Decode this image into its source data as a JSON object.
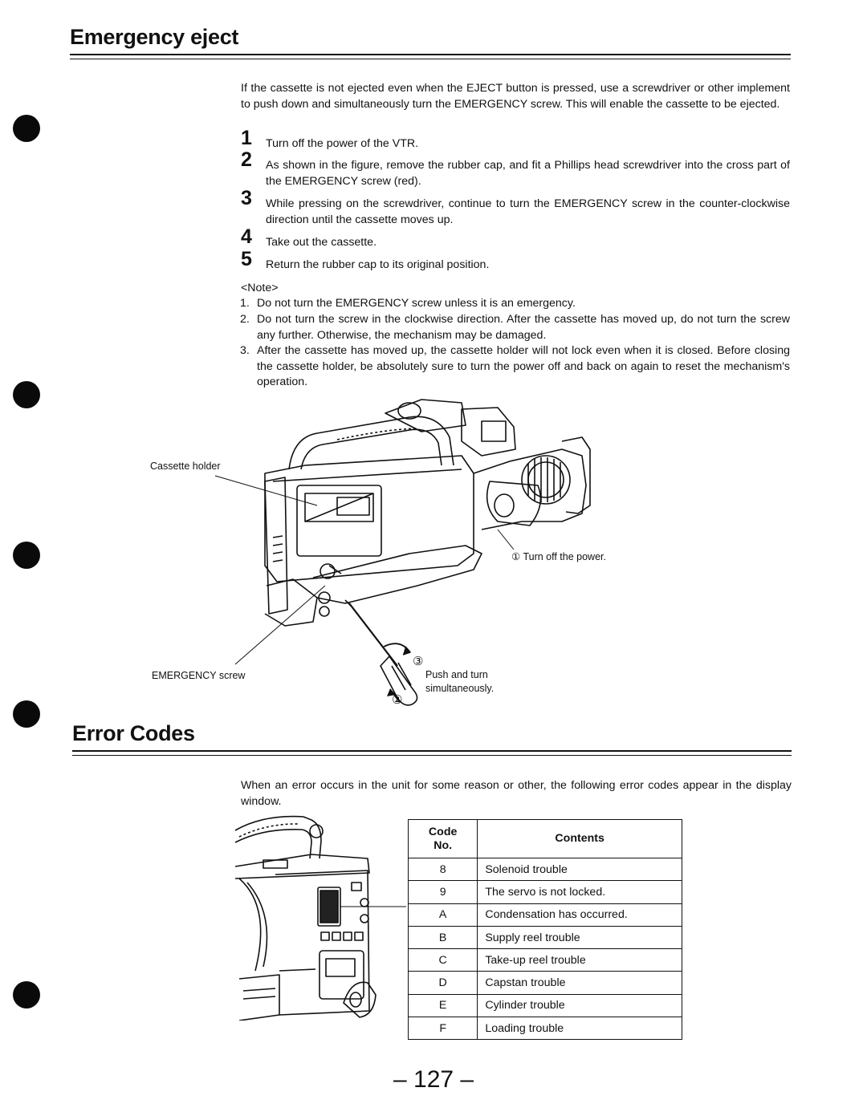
{
  "section1": {
    "title": "Emergency eject",
    "intro": "If the cassette is not ejected even when the EJECT button is pressed, use a screwdriver or other implement to push down and simultaneously turn the EMERGENCY screw. This will enable the cassette to be ejected.",
    "steps": [
      {
        "num": "1",
        "text": "Turn off the power of the VTR."
      },
      {
        "num": "2",
        "text": "As shown in the figure, remove the rubber cap, and fit a Phillips head screwdriver into the cross part of the EMERGENCY screw (red)."
      },
      {
        "num": "3",
        "text": "While pressing on the screwdriver, continue to turn the EMERGENCY screw in the counter-clockwise direction until the cassette moves up."
      },
      {
        "num": "4",
        "text": "Take out the cassette."
      },
      {
        "num": "5",
        "text": "Return the rubber cap to its original position."
      }
    ],
    "note_heading": "<Note>",
    "notes": [
      {
        "num": "1.",
        "text": "Do not turn the EMERGENCY screw unless it is an emergency."
      },
      {
        "num": "2.",
        "text": "Do not turn the screw in the clockwise direction. After the cassette has moved up, do not turn the screw any further. Otherwise, the mechanism may be damaged."
      },
      {
        "num": "3.",
        "text": "After the cassette has moved up, the cassette holder will not lock even when it is closed. Before closing the cassette holder, be absolutely sure to turn the power off and back on again to reset the mechanism's operation."
      }
    ],
    "figure": {
      "cassette_holder_label": "Cassette holder",
      "emergency_screw_label": "EMERGENCY screw",
      "callout1": "① Turn off the power.",
      "callout2_marker": "②",
      "callout3_marker": "③",
      "callout3_text_line1": "Push and turn",
      "callout3_text_line2": "simultaneously."
    }
  },
  "section2": {
    "title": "Error Codes",
    "intro": "When an error occurs in the unit for some reason or other, the following error codes appear in the display window.",
    "table": {
      "header_code": "Code No.",
      "header_contents": "Contents",
      "rows": [
        {
          "code": "8",
          "contents": "Solenoid trouble"
        },
        {
          "code": "9",
          "contents": "The servo is not locked."
        },
        {
          "code": "A",
          "contents": "Condensation has occurred."
        },
        {
          "code": "B",
          "contents": "Supply reel trouble"
        },
        {
          "code": "C",
          "contents": "Take-up reel trouble"
        },
        {
          "code": "D",
          "contents": "Capstan trouble"
        },
        {
          "code": "E",
          "contents": "Cylinder trouble"
        },
        {
          "code": "F",
          "contents": "Loading trouble"
        }
      ]
    }
  },
  "page_number": "– 127 –"
}
